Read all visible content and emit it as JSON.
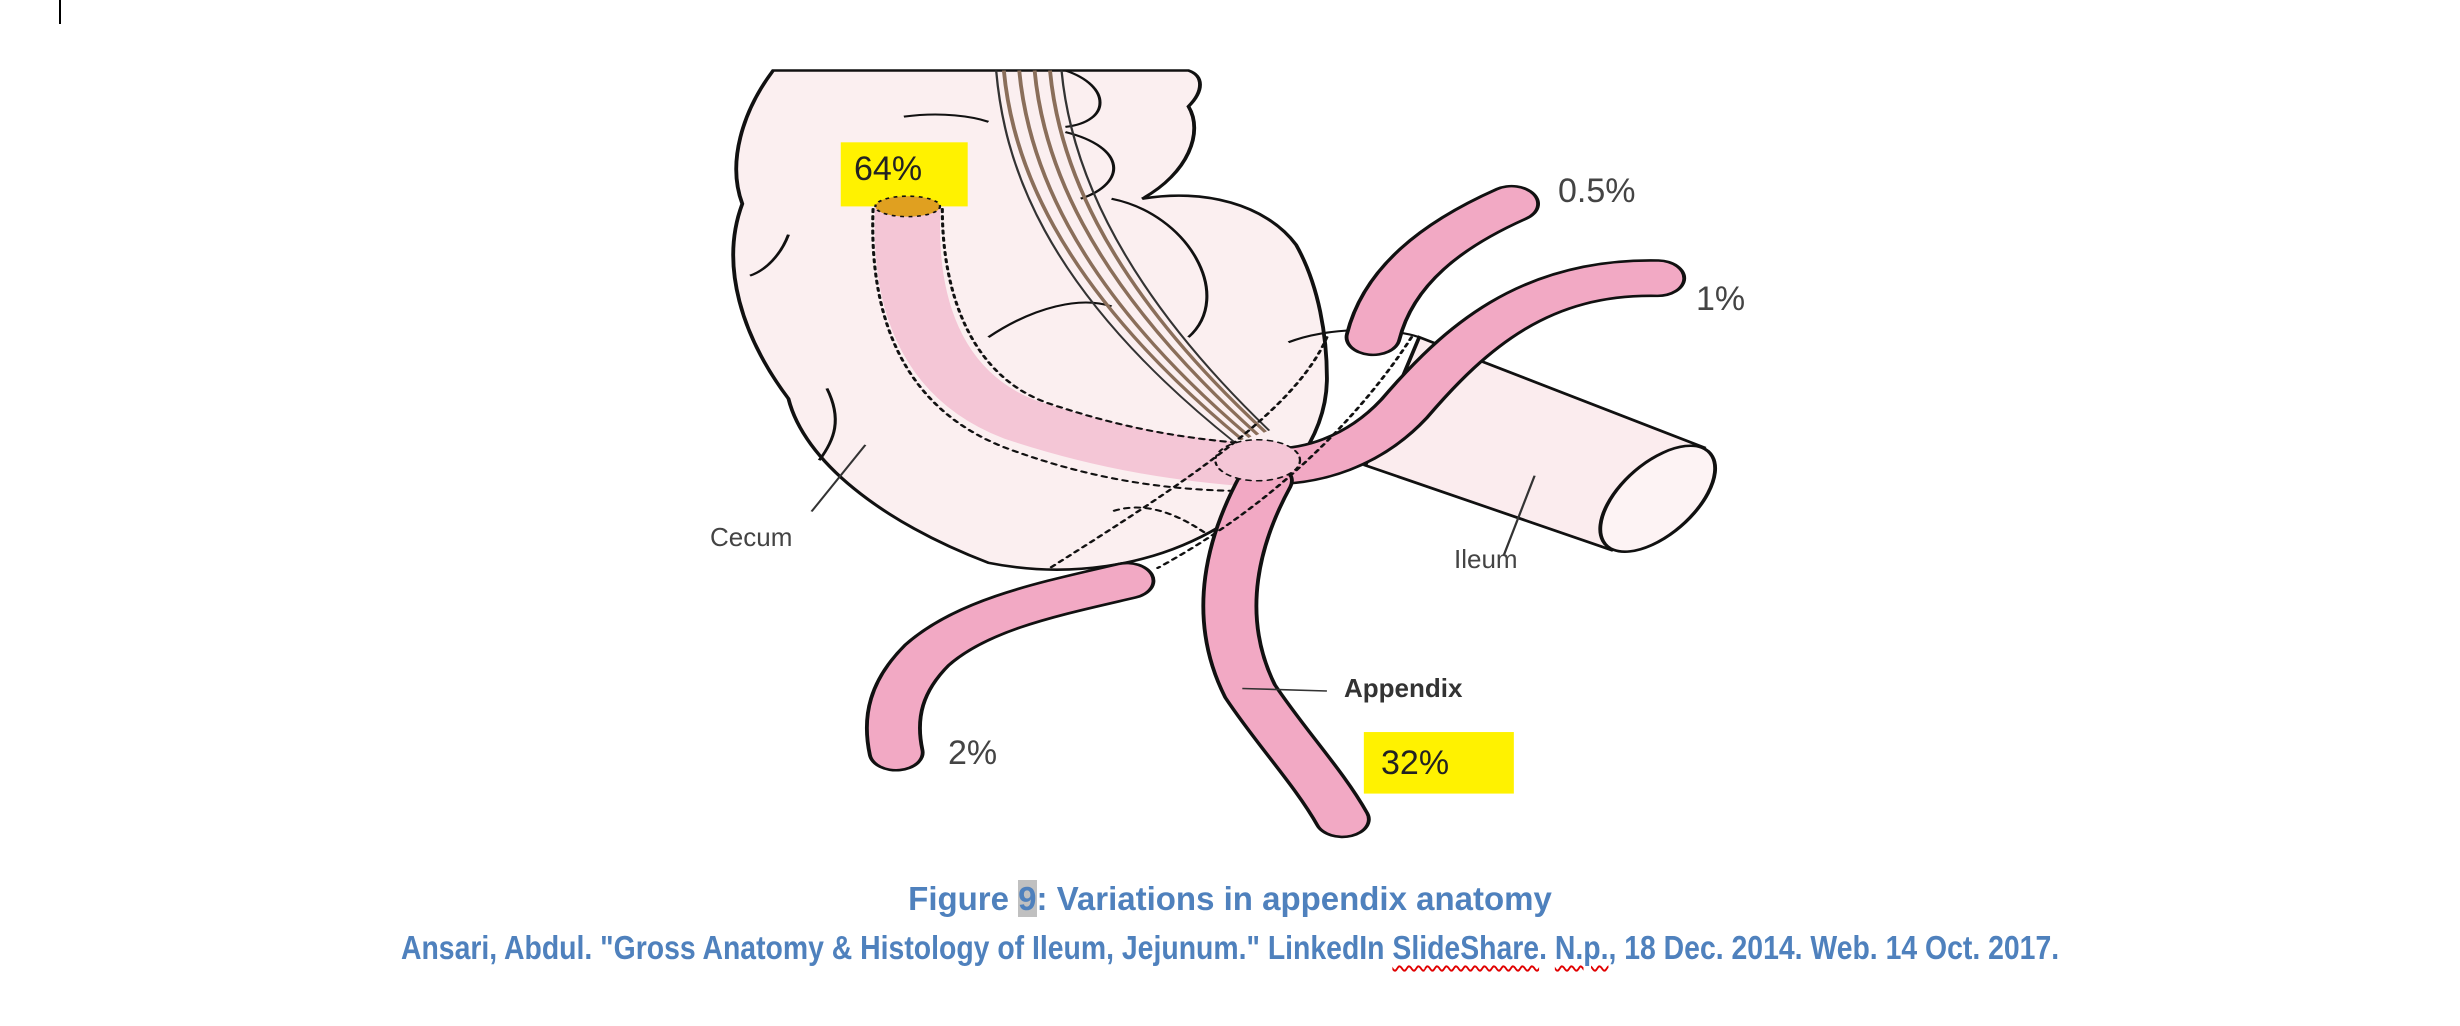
{
  "figure": {
    "labels": {
      "p64": "64%",
      "p05": "0.5%",
      "p1": "1%",
      "p2": "2%",
      "p32": "32%",
      "cecum": "Cecum",
      "ileum": "Ileum",
      "appendix": "Appendix"
    },
    "highlight_color": "#fff200",
    "appendix_color": "#f2a9c4"
  },
  "caption": {
    "prefix": "Figure ",
    "number": "9",
    "title": ": Variations in appendix anatomy",
    "citation_part1": "Ansari, Abdul. \"Gross Anatomy & Histology of Ileum, Jejunum.\" LinkedIn ",
    "citation_misspelled1": "SlideShare",
    "citation_part2": ". ",
    "citation_misspelled2": "N.p.",
    "citation_part3": ", 18 Dec. 2014. Web. 14 Oct. 2017."
  }
}
